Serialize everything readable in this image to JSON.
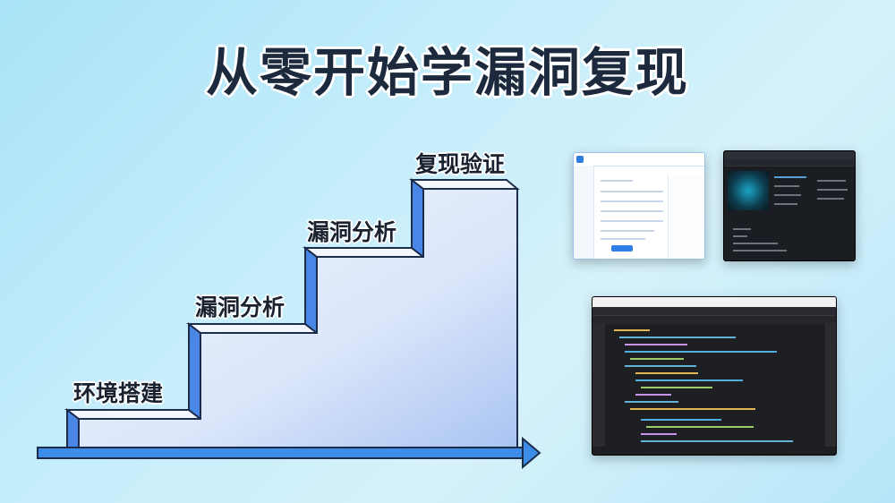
{
  "title": "从零开始学漏洞复现",
  "steps": [
    {
      "label": "环境搭建"
    },
    {
      "label": "漏洞分析"
    },
    {
      "label": "漏洞分析"
    },
    {
      "label": "复现验证"
    }
  ],
  "colors": {
    "stair_fill": "#e6eefb",
    "stair_side": "#4a86e6",
    "stair_outline": "#1c2c4a",
    "arrow": "#3d8ce8"
  }
}
